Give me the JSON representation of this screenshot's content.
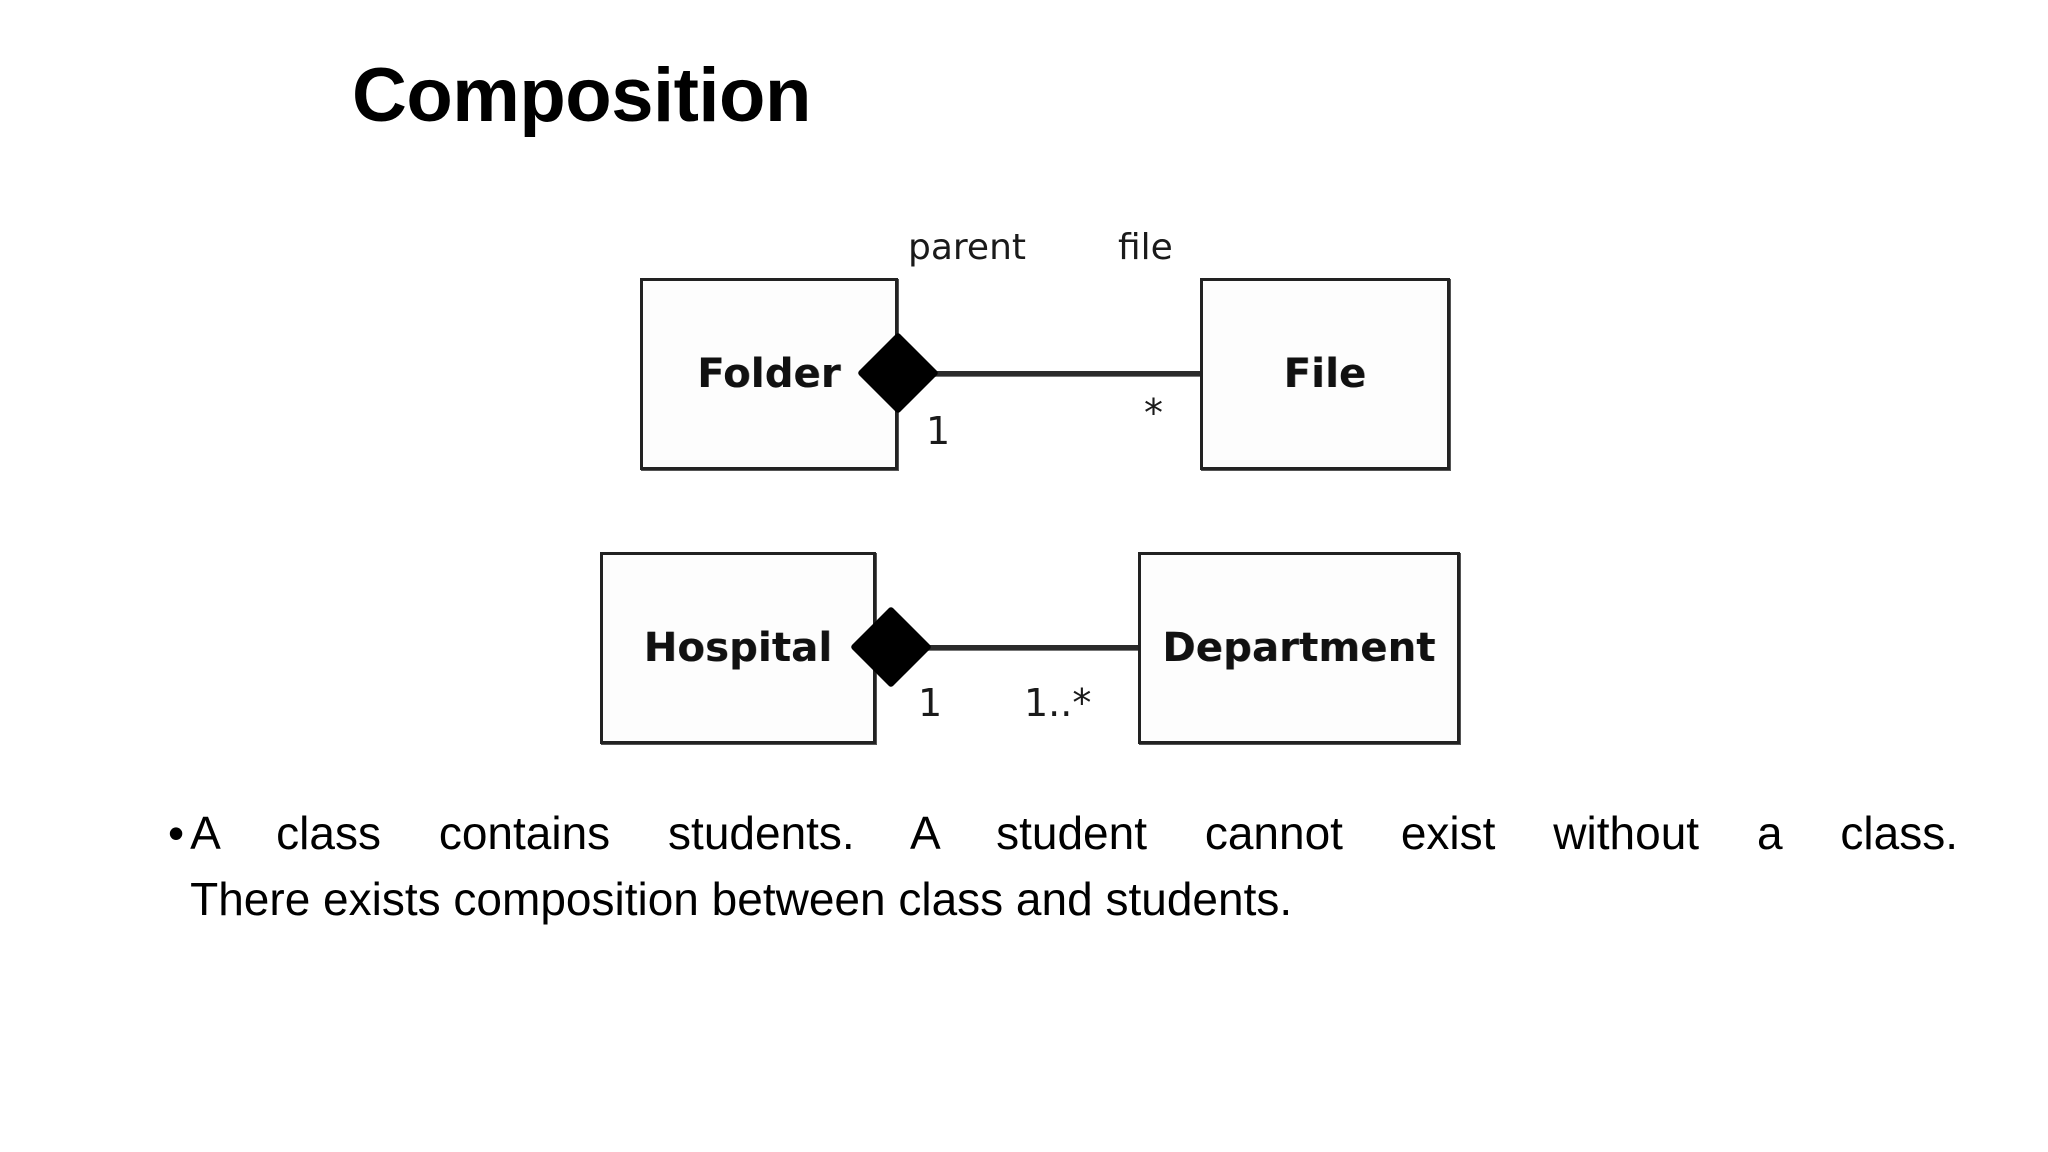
{
  "slide": {
    "title": "Composition",
    "background_color": "#ffffff",
    "text_color": "#000000"
  },
  "diagrams": [
    {
      "id": "folder-file",
      "type": "uml-composition",
      "whole": {
        "name": "Folder",
        "multiplicity": "1",
        "role": "parent"
      },
      "part": {
        "name": "File",
        "multiplicity": "*",
        "role": "file"
      },
      "diamond": "filled",
      "diamond_side": "whole"
    },
    {
      "id": "hospital-department",
      "type": "uml-composition",
      "whole": {
        "name": "Hospital",
        "multiplicity": "1",
        "role": ""
      },
      "part": {
        "name": "Department",
        "multiplicity": "1..*",
        "role": ""
      },
      "diamond": "filled",
      "diamond_side": "whole"
    }
  ],
  "body": {
    "bullet_marker": "•",
    "line1": "A class contains students. A student cannot exist without a class.",
    "line2": "There exists composition between class and students."
  }
}
